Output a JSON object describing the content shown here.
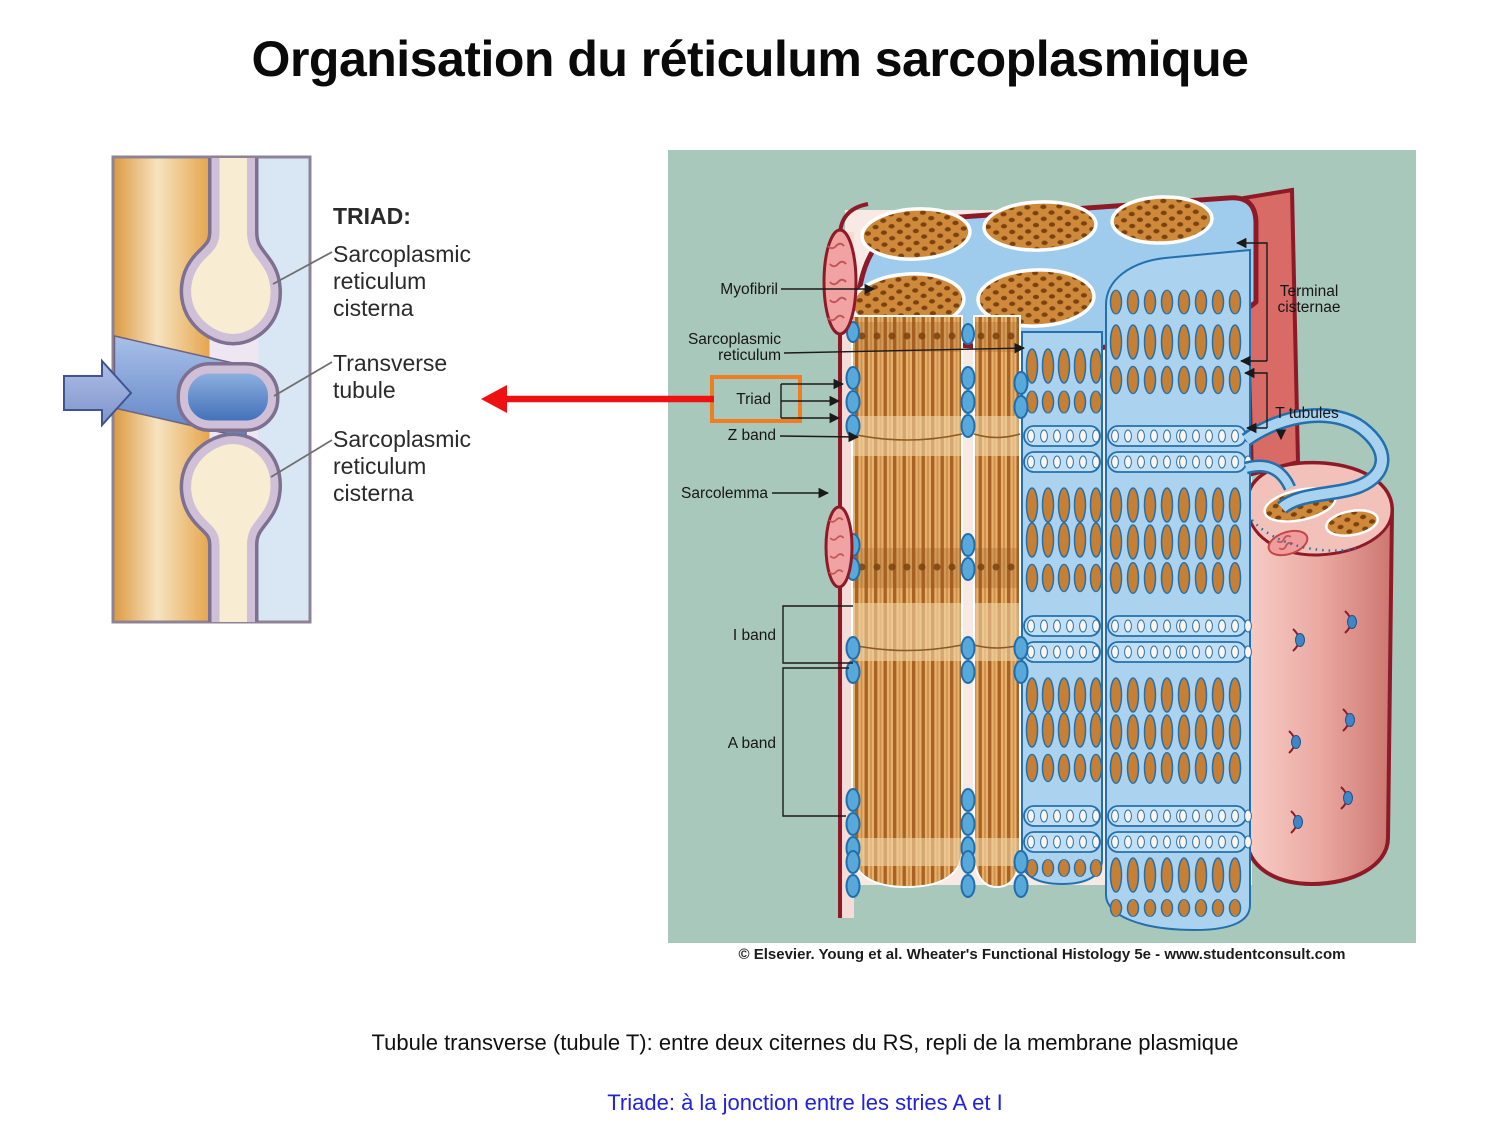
{
  "title": "Organisation du réticulum sarcoplasmique",
  "left_figure": {
    "heading": "TRIAD:",
    "labels": {
      "sr_top": [
        "Sarcoplasmic",
        "reticulum",
        "cisterna"
      ],
      "transverse_tubule": [
        "Transverse",
        "tubule"
      ],
      "sr_bottom": [
        "Sarcoplasmic",
        "reticulum",
        "cisterna"
      ]
    }
  },
  "right_figure": {
    "labels": {
      "myofibril": "Myofibril",
      "sarcoplasmic_reticulum": [
        "Sarcoplasmic",
        "reticulum"
      ],
      "triad": "Triad",
      "z_band": "Z band",
      "sarcolemma": "Sarcolemma",
      "i_band": "I band",
      "a_band": "A band",
      "terminal_cisternae": [
        "Terminal",
        "cisternae"
      ],
      "t_tubules": "T tubules"
    },
    "credit": "© Elsevier. Young et al. Wheater's Functional Histology 5e - www.studentconsult.com"
  },
  "captions": {
    "line1": "Tubule transverse (tubule T): entre deux citernes du RS, repli de la membrane plasmique",
    "line2": "Triade: à la jonction entre les stries A et I"
  },
  "colors": {
    "highlight_box": "#ef7d22",
    "arrow_red": "#ee1111",
    "caption_blue": "#2222dd",
    "panel_teal": "#a9c8bc"
  }
}
